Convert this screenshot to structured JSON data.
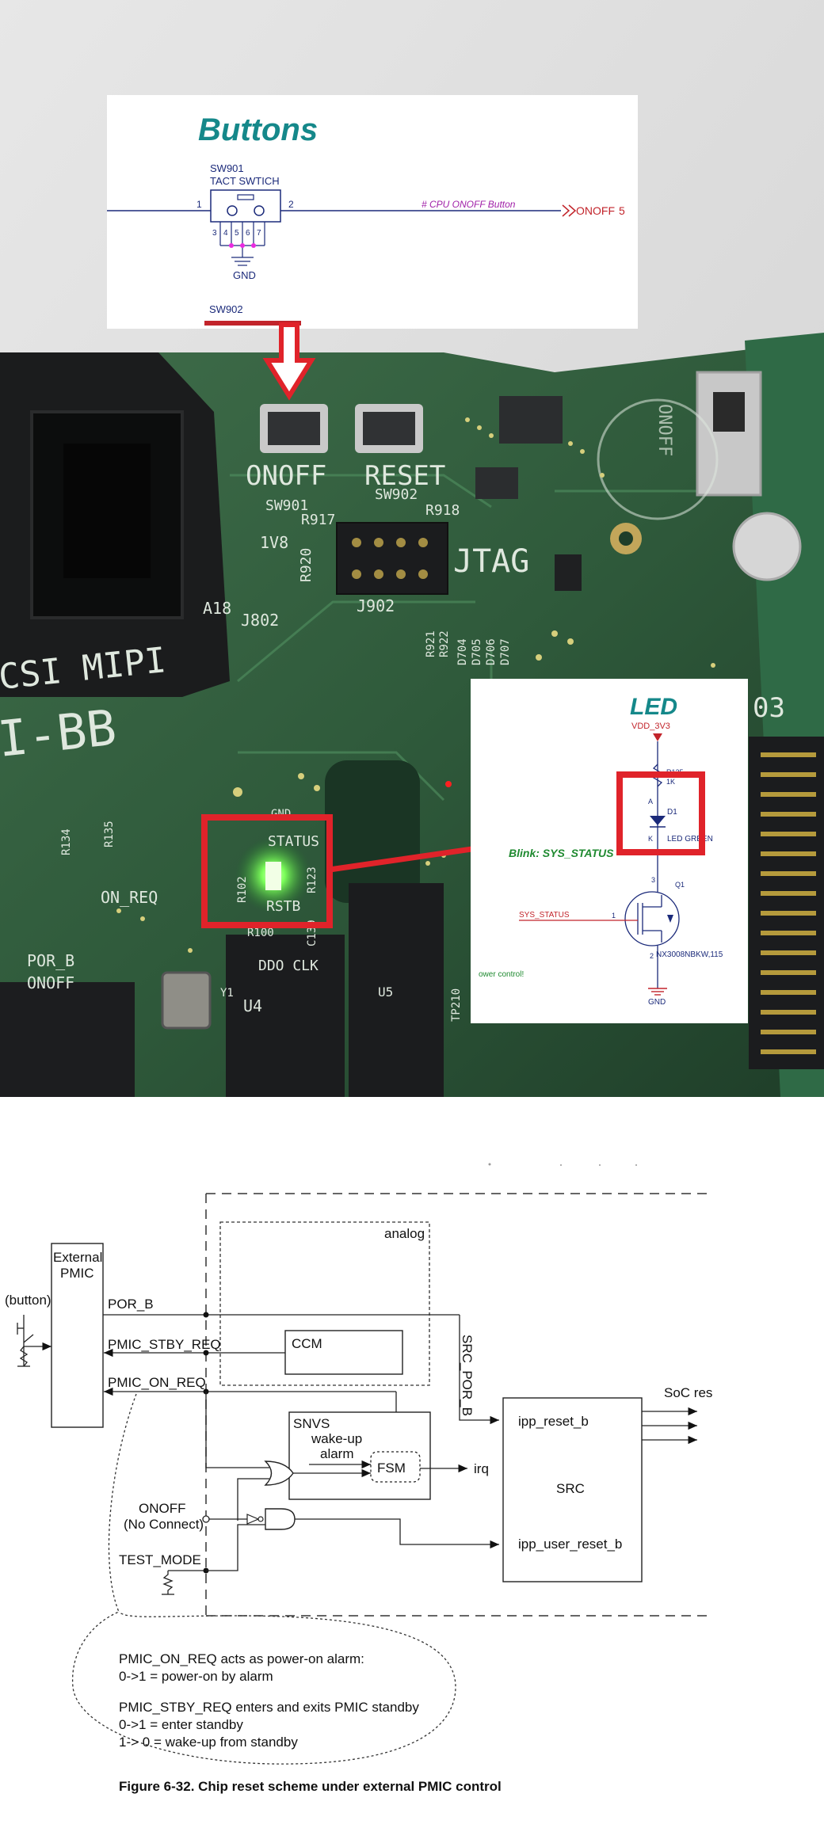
{
  "buttons_schematic": {
    "title": "Buttons",
    "ref": "SW901",
    "part": "TACT SWTICH",
    "pin1": "1",
    "pin2": "2",
    "pins_bottom": [
      "3",
      "4",
      "5",
      "6",
      "7"
    ],
    "gnd": "GND",
    "net_comment": "# CPU ONOFF Button",
    "net_label": "ONOFF",
    "net_page": "5",
    "next_ref": "SW902"
  },
  "board": {
    "labels": {
      "onoff": "ONOFF",
      "reset": "RESET",
      "sw901": "SW901",
      "sw902": "SW902",
      "r917": "R917",
      "r918": "R918",
      "r920": "R920",
      "v1v8": "1V8",
      "jtag": "JTAG",
      "j902": "J902",
      "a18": "A18",
      "j802": "J802",
      "csi_mipi": "CSI MIPI",
      "i_bb": "I-BB",
      "gnd": "GND",
      "on_req": "ON_REQ",
      "por_b": "POR_B",
      "onoff2": "ONOFF",
      "status": "STATUS",
      "rstb": "RSTB",
      "r102": "R102",
      "r100": "R100",
      "r134": "R134",
      "r135": "R135",
      "ddo_clk": "DDO CLK",
      "u4": "U4",
      "y1": "Y1",
      "u5": "U5",
      "tp210": "TP210",
      "r921": "R921",
      "r922": "R922",
      "d704": "D704",
      "d705": "D705",
      "d706": "D706",
      "d707": "D707",
      "r123": "R123",
      "c139": "C139",
      "code_03": "03",
      "onoff_vertical": "ONOFF"
    }
  },
  "led_schematic": {
    "title": "LED",
    "rail": "VDD_3V3",
    "resistor_ref": "R125",
    "resistor_val": "1K",
    "diode_anode": "A",
    "diode_cathode": "K",
    "diode_ref": "D1",
    "diode_label": "LED GREEN",
    "blink_label": "Blink:  SYS_STATUS",
    "pin3": "3",
    "pin1": "1",
    "pin2": "2",
    "fet_ref": "Q1",
    "input_net": "SYS_STATUS",
    "fet_part": "NX3008NBKW,115",
    "power_note": "ower control!",
    "gnd": "GND"
  },
  "reset_diagram": {
    "pmic_label_1": "External",
    "pmic_label_2": "PMIC",
    "button_label": "(button)",
    "por_b": "POR_B",
    "pmic_stby_req": "PMIC_STBY_REQ",
    "pmic_on_req": "PMIC_ON_REQ",
    "analog": "analog",
    "ccm": "CCM",
    "src_por_b": "SRC_POR_B",
    "soc_res": "SoC res",
    "snvs": "SNVS",
    "wake_up": "wake-up",
    "alarm": "alarm",
    "fsm": "FSM",
    "irq": "irq",
    "ipp_reset_b": "ipp_reset_b",
    "src": "SRC",
    "ipp_user_reset_b": "ipp_user_reset_b",
    "onoff": "ONOFF",
    "no_connect": "(No Connect)",
    "test_mode": "TEST_MODE",
    "note_1": "PMIC_ON_REQ acts as power-on alarm:",
    "note_2": "0->1 = power-on by alarm",
    "note_3": "PMIC_STBY_REQ enters and exits PMIC standby",
    "note_4": "0->1 = enter standby",
    "note_5": "1-> 0 = wake-up from standby",
    "caption": "Figure 6-32. Chip reset scheme under external PMIC control"
  }
}
